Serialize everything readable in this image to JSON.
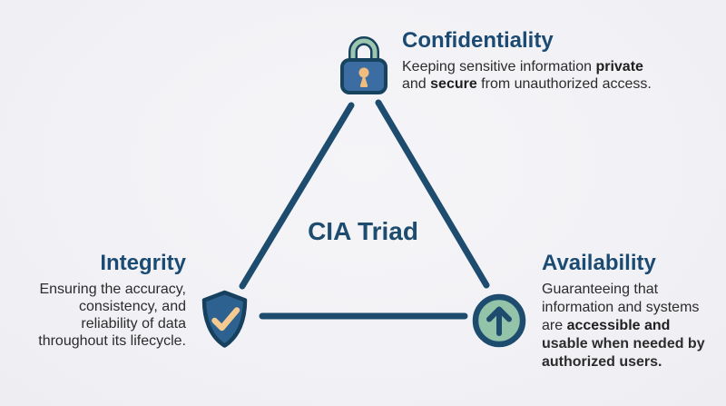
{
  "title": "CIA Triad",
  "colors": {
    "background": "#f2f2f6",
    "navy_line": "#1d4c6f",
    "heading_navy": "#1b4a73",
    "body_text": "#2c2c2c",
    "lock_body_blue": "#3b6da3",
    "shield_blue": "#2d6290",
    "icon_green": "#93c3a9",
    "accent_tan": "#f2c287"
  },
  "nodes": {
    "confidentiality": {
      "heading": "Confidentiality",
      "icon": "lock-icon",
      "lines": [
        {
          "segments": [
            {
              "t": "Keeping sensitive information ",
              "bold": false
            },
            {
              "t": "private",
              "bold": true
            }
          ]
        },
        {
          "segments": [
            {
              "t": "and ",
              "bold": false
            },
            {
              "t": "secure",
              "bold": true
            },
            {
              "t": " from unauthorized access.",
              "bold": false
            }
          ]
        }
      ]
    },
    "integrity": {
      "heading": "Integrity",
      "icon": "shield-check-icon",
      "lines": [
        {
          "segments": [
            {
              "t": "Ensuring the accuracy,",
              "bold": false
            }
          ]
        },
        {
          "segments": [
            {
              "t": "consistency, and",
              "bold": false
            }
          ]
        },
        {
          "segments": [
            {
              "t": "reliability of data",
              "bold": false
            }
          ]
        },
        {
          "segments": [
            {
              "t": "throughout its lifecycle.",
              "bold": false
            }
          ]
        }
      ]
    },
    "availability": {
      "heading": "Availability",
      "icon": "arrow-up-circle-icon",
      "lines": [
        {
          "segments": [
            {
              "t": "Guaranteeing that",
              "bold": false
            }
          ]
        },
        {
          "segments": [
            {
              "t": "information and systems",
              "bold": false
            }
          ]
        },
        {
          "segments": [
            {
              "t": "are ",
              "bold": false
            },
            {
              "t": "accessible and",
              "bold": true
            }
          ]
        },
        {
          "segments": [
            {
              "t": "usable when needed by",
              "bold": true
            }
          ]
        },
        {
          "segments": [
            {
              "t": "authorized users.",
              "bold": true
            }
          ]
        }
      ]
    }
  }
}
